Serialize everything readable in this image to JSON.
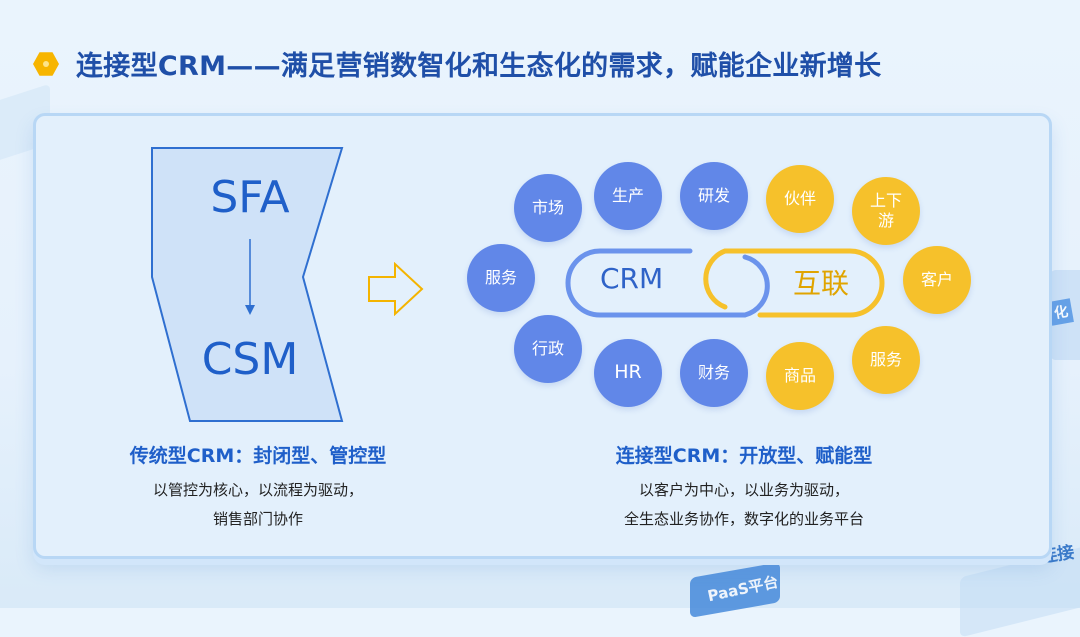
{
  "header": {
    "title": "连接型CRM——满足营销数智化和生态化的需求，赋能企业新增长"
  },
  "left_panel": {
    "top_label": "SFA",
    "bottom_label": "CSM",
    "caption_title": "传统型CRM：封闭型、管控型",
    "caption_line1": "以管控为核心，以流程为驱动，",
    "caption_line2": "销售部门协作"
  },
  "right_panel": {
    "blue_nodes": [
      "市场",
      "生产",
      "研发",
      "服务",
      "行政",
      "HR",
      "财务"
    ],
    "yellow_nodes": [
      "伙伴",
      "上下\n游",
      "客户",
      "商品",
      "服务"
    ],
    "link_left": "CRM",
    "link_right": "互联",
    "caption_title": "连接型CRM：开放型、赋能型",
    "caption_line1": "以客户为中心，以业务为驱动，",
    "caption_line2": "全生态业务协作，数字化的业务平台"
  },
  "background_text": {
    "paas": "PaaS平台",
    "connect": "连接",
    "side": "化"
  },
  "colors": {
    "title": "#1f4fa8",
    "accent_blue": "#6187e8",
    "accent_yellow": "#f6c12b",
    "text_blue": "#1f5fc9"
  }
}
